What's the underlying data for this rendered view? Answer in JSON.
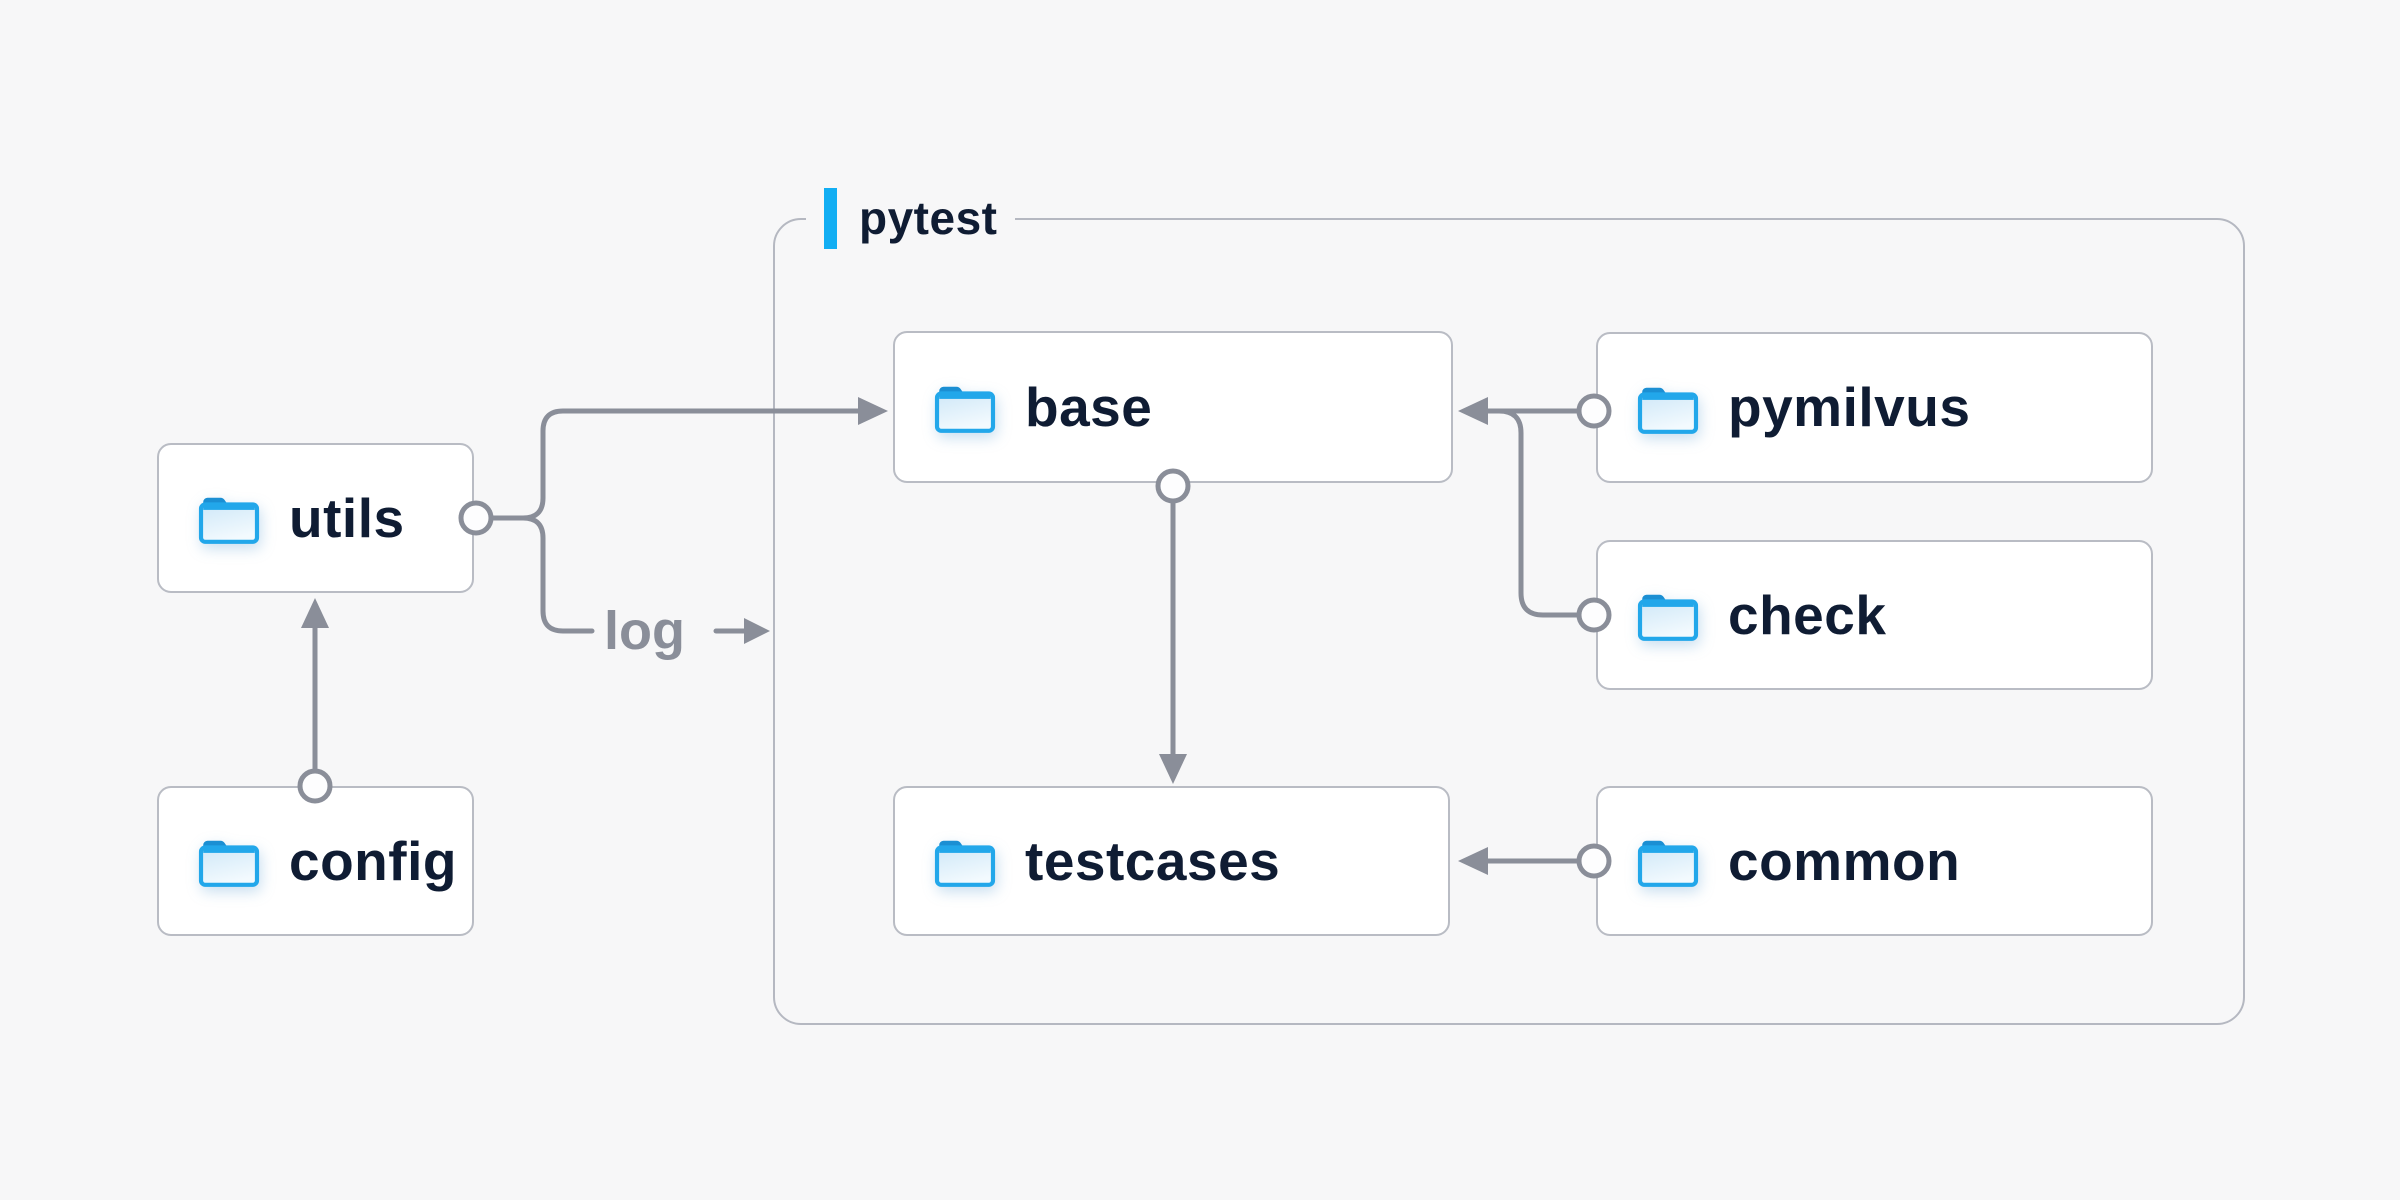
{
  "diagram": {
    "group": {
      "label": "pytest"
    },
    "nodes": {
      "utils": {
        "label": "utils"
      },
      "config": {
        "label": "config"
      },
      "base": {
        "label": "base"
      },
      "pymilvus": {
        "label": "pymilvus"
      },
      "check": {
        "label": "check"
      },
      "testcases": {
        "label": "testcases"
      },
      "common": {
        "label": "common"
      }
    },
    "edge_labels": {
      "log": "log"
    },
    "edges": [
      {
        "from": "config",
        "to": "utils"
      },
      {
        "from": "utils",
        "to": "base"
      },
      {
        "from": "utils",
        "to": "pytest-group",
        "label": "log"
      },
      {
        "from": "pymilvus",
        "to": "base"
      },
      {
        "from": "check",
        "to": "base"
      },
      {
        "from": "base",
        "to": "testcases"
      },
      {
        "from": "common",
        "to": "testcases"
      }
    ],
    "icons": {
      "node_icon": "folder-icon"
    },
    "theme": {
      "background": "#f7f7f8",
      "node_fill": "#ffffff",
      "node_border": "#b9bcc4",
      "group_border": "#b5b8c1",
      "text": "#0f1c33",
      "connector": "#8a8e99",
      "port_fill": "#fdfdfe",
      "accent_bar": "#12aef3",
      "folder_blue": "#22a7ea",
      "folder_tab": "#1b8fd3",
      "folder_fill_dark": "#cfe8f8",
      "folder_fill_light": "#f3fafe"
    }
  }
}
